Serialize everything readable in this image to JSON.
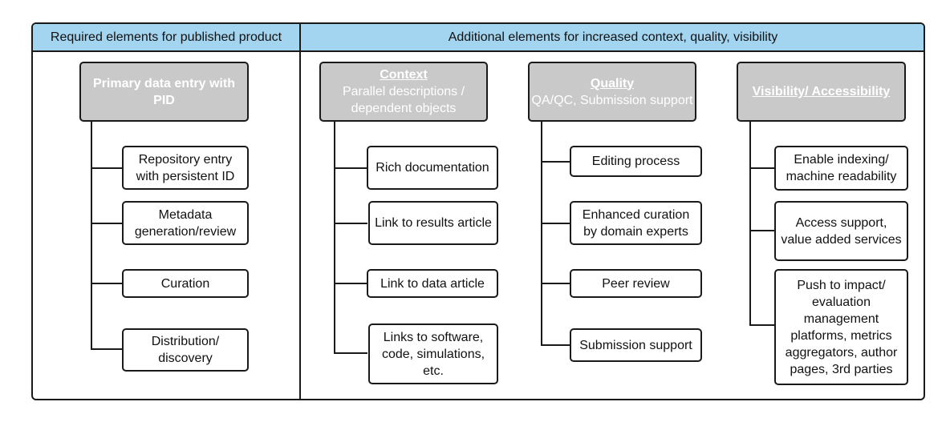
{
  "columns": {
    "left_title": "Required elements for published product",
    "right_title": "Additional elements for increased context, quality, visibility"
  },
  "required": {
    "head": "Primary data entry with PID",
    "items": [
      "Repository entry with persistent ID",
      "Metadata generation/review",
      "Curation",
      "Distribution/ discovery"
    ]
  },
  "context": {
    "title": "Context",
    "subtitle": "Parallel descriptions / dependent objects",
    "items": [
      "Rich documentation",
      "Link to results article",
      "Link to data article",
      "Links to software, code, simulations, etc."
    ]
  },
  "quality": {
    "title": "Quality",
    "subtitle": "QA/QC, Submission support",
    "items": [
      "Editing process",
      "Enhanced curation by domain experts",
      "Peer review",
      "Submission support"
    ]
  },
  "visibility": {
    "title": "Visibility/ Accessibility",
    "items": [
      "Enable indexing/ machine readability",
      "Access support, value added services",
      "Push to impact/ evaluation management platforms, metrics aggregators, author pages, 3rd parties"
    ]
  },
  "colors": {
    "header_band": "#a3d5f0",
    "head_box_fill": "#c9c9c9",
    "head_box_text": "#ffffff",
    "border": "#1a1a1a"
  }
}
